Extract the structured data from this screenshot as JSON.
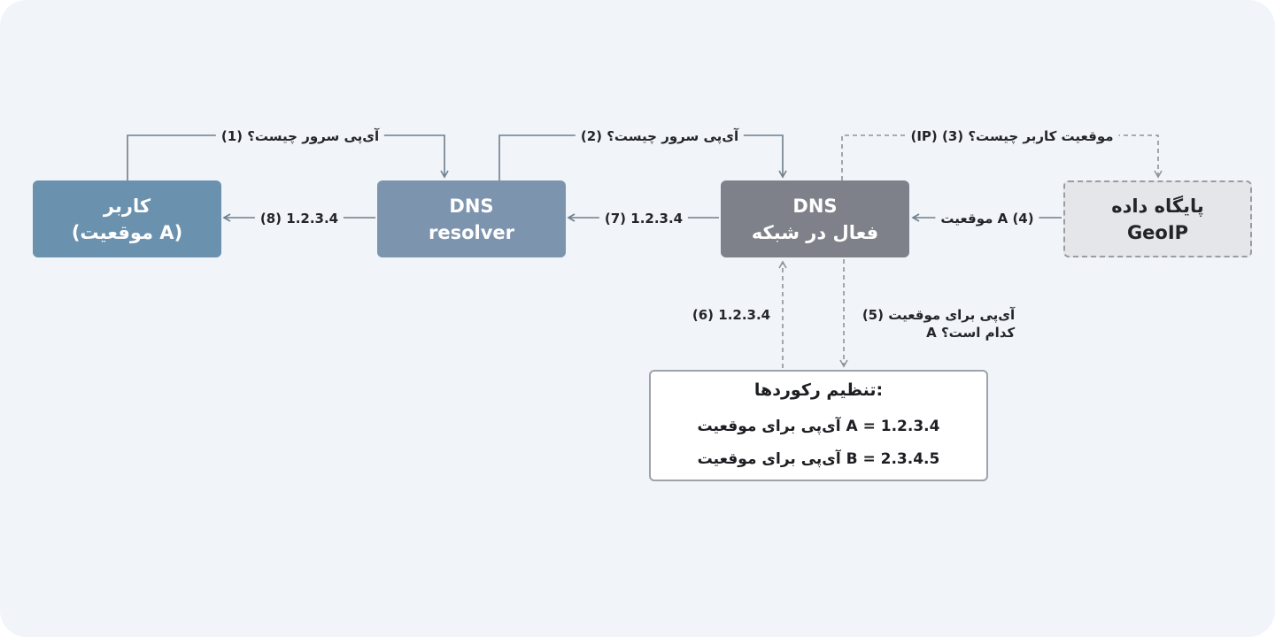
{
  "nodes": {
    "user": {
      "line1": "کاربر",
      "line2": "(موقعیت A)"
    },
    "resolver": {
      "line1": "DNS",
      "line2": "resolver"
    },
    "active_dns": {
      "line1": "DNS",
      "line2": "فعال در شبکه"
    },
    "geoip": {
      "line1": "پایگاه داده",
      "line2": "GeoIP"
    }
  },
  "records": {
    "title": "تنظیم رکوردها:",
    "line1": "آی‌پی برای موقعیت A = 1.2.3.4",
    "line2": "آی‌پی برای موقعیت B = 2.3.4.5"
  },
  "labels": {
    "step1": "آی‌پی سرور چیست؟ (1)",
    "step2": "آی‌پی سرور چیست؟ (2)",
    "step3": "(IP) موقعیت کاربر چیست؟ (3)",
    "step4": "موقعیت A (4)",
    "step5_line1": "آی‌پی برای موقعیت (5)",
    "step5_line2": "A کدام است؟",
    "step6": "(6) 1.2.3.4",
    "step7": "(7) 1.2.3.4",
    "step8": "(8) 1.2.3.4"
  },
  "colors": {
    "background": "#f1f4f8",
    "user_box": "#6a91ae",
    "resolver_box": "#7d94ae",
    "active_dns_box": "#7e8189",
    "geoip_box": "#e5e6e9",
    "arrow_solid": "#6e7f8e",
    "arrow_dashed": "#909399"
  }
}
